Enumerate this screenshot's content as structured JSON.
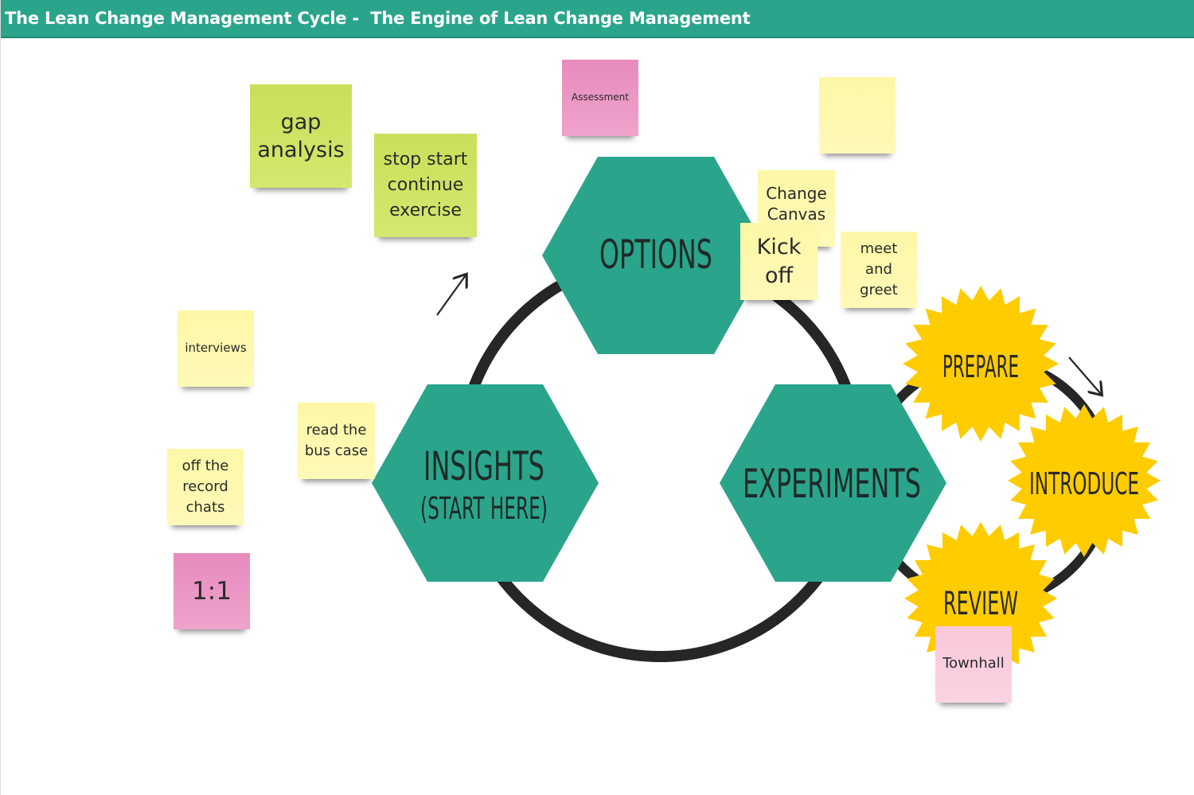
{
  "header": {
    "title": "The Lean Change Management Cycle -  The Engine of Lean Change Management"
  },
  "colors": {
    "header_bg": "#2aa58b",
    "hexagon": "#2aa58b",
    "burst": "#ffcc00",
    "ring": "#262626",
    "note_lime": "#cfe468",
    "note_yellow": "#fdf7a6",
    "note_pink": "#e994c2",
    "note_lightpink": "#fad0df"
  },
  "cycle": {
    "options": "OPTIONS",
    "insights_line1": "INSIGHTS",
    "insights_line2": "(START HERE)",
    "experiments": "EXPERIMENTS"
  },
  "sub_cycle": {
    "prepare": "PREPARE",
    "introduce": "INTRODUCE",
    "review": "REVIEW"
  },
  "notes": {
    "gap_analysis": [
      "gap",
      "analysis"
    ],
    "stop_start": [
      "stop start",
      "continue",
      "exercise"
    ],
    "assessment": "Assessment",
    "blank": "",
    "change_canvas": [
      "Change",
      "Canvas"
    ],
    "kick_off": [
      "Kick",
      "off"
    ],
    "meet_greet": [
      "meet",
      "and",
      "greet"
    ],
    "interviews": "interviews",
    "read_bus_case": [
      "read the",
      "bus case"
    ],
    "off_record": [
      "off the",
      "record",
      "chats"
    ],
    "one_on_one": "1:1",
    "townhall": "Townhall"
  }
}
